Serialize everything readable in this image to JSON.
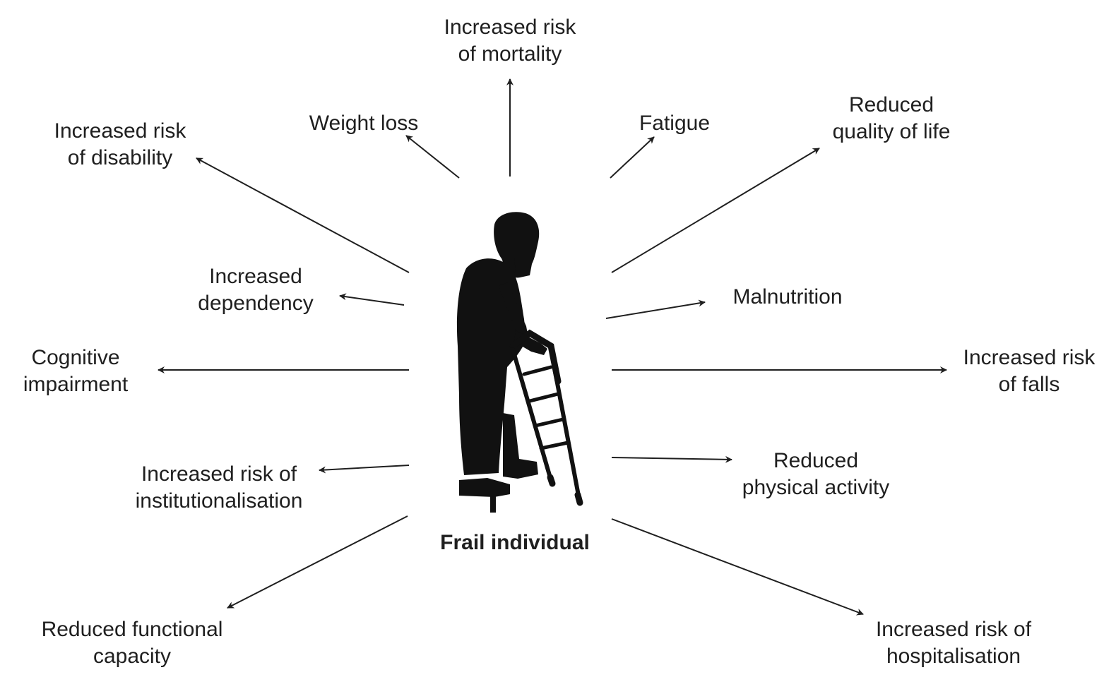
{
  "center": {
    "label": "Frail individual"
  },
  "outcomes": [
    {
      "id": "mortality",
      "lines": [
        "Increased risk",
        "of mortality"
      ]
    },
    {
      "id": "weight-loss",
      "lines": [
        "Weight loss"
      ]
    },
    {
      "id": "fatigue",
      "lines": [
        "Fatigue"
      ]
    },
    {
      "id": "disability",
      "lines": [
        "Increased risk",
        "of disability"
      ]
    },
    {
      "id": "quality-of-life",
      "lines": [
        "Reduced",
        "quality of life"
      ]
    },
    {
      "id": "dependency",
      "lines": [
        "Increased",
        "dependency"
      ]
    },
    {
      "id": "malnutrition",
      "lines": [
        "Malnutrition"
      ]
    },
    {
      "id": "cognitive",
      "lines": [
        "Cognitive",
        "impairment"
      ]
    },
    {
      "id": "falls",
      "lines": [
        "Increased risk",
        "of falls"
      ]
    },
    {
      "id": "institutionalisation",
      "lines": [
        "Increased risk of",
        "institutionalisation"
      ]
    },
    {
      "id": "physical-activity",
      "lines": [
        "Reduced",
        "physical activity"
      ]
    },
    {
      "id": "functional-capacity",
      "lines": [
        "Reduced functional",
        "capacity"
      ]
    },
    {
      "id": "hospitalisation",
      "lines": [
        "Increased risk of",
        "hospitalisation"
      ]
    }
  ],
  "colors": {
    "ink": "#1f1f1f",
    "silhouette": "#111111",
    "background": "#ffffff"
  },
  "icons": {
    "center_figure": "elderly-person-with-walker-silhouette"
  }
}
